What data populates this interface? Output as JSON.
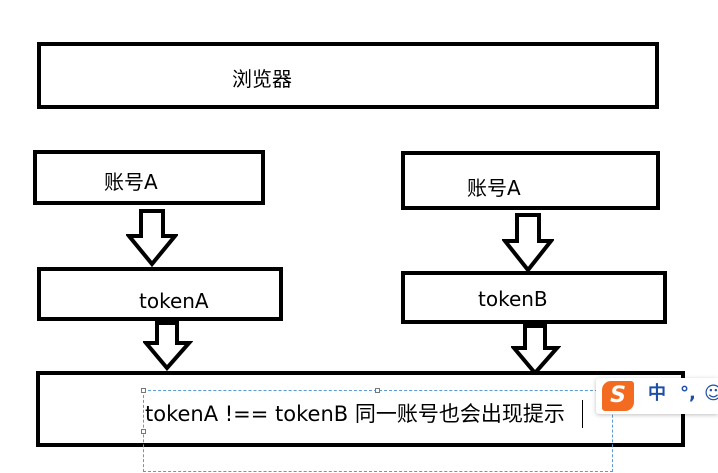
{
  "browser": {
    "label": "浏览器"
  },
  "left_column": {
    "account_label": "账号A",
    "token_label": "tokenA"
  },
  "right_column": {
    "account_label": "账号A",
    "token_label": "tokenB"
  },
  "bottom": {
    "message": "tokenA !== tokenB  同一账号也会出现提示"
  },
  "ime_toolbar": {
    "logo_glyph": "S",
    "mode_label": "中",
    "punct_label": "°,",
    "extra_label": "☺",
    "accent_color": "#f36b21",
    "text_color": "#1d4fa8"
  }
}
